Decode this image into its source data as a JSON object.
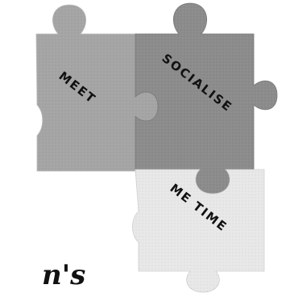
{
  "pieces": {
    "meet": {
      "label": "MEET",
      "color": "#a5a5a5"
    },
    "socialise": {
      "label": "SOCIALISE",
      "color": "#8c8c8c"
    },
    "me_time": {
      "label": "ME TIME",
      "color": "#e8e8e8"
    }
  },
  "partial_text": "n's"
}
